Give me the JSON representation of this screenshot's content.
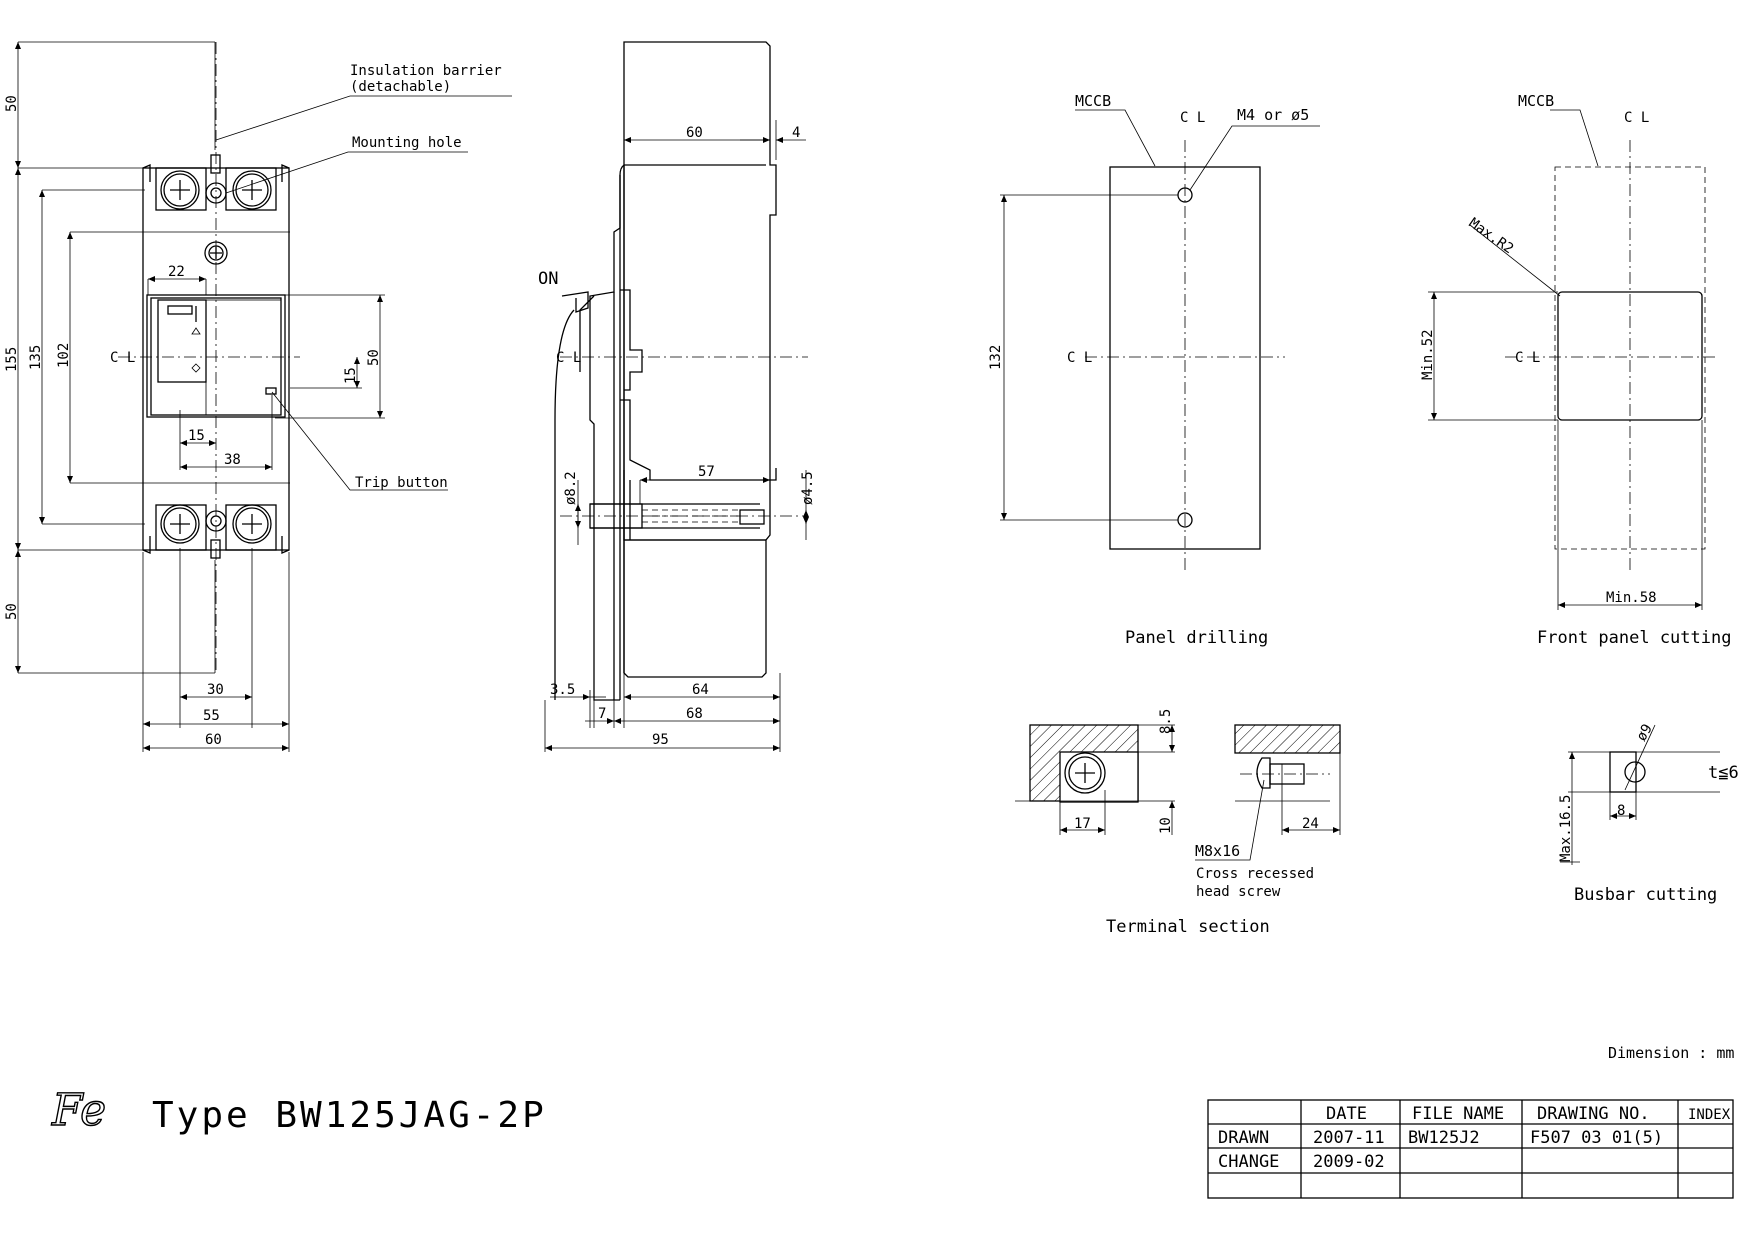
{
  "labels": {
    "insulation_barrier": "Insulation barrier",
    "detachable": "(detachable)",
    "mounting_hole": "Mounting hole",
    "trip_button": "Trip button",
    "on": "ON",
    "mccb_1": "MCCB",
    "mccb_2": "MCCB",
    "m4_or_5": "M4 or ø5",
    "max_r2": "Max.R2",
    "panel_drilling": "Panel drilling",
    "front_panel_cutting": "Front panel cutting",
    "m8x16": "M8x16",
    "cross_recessed": "Cross recessed",
    "head_screw": "head screw",
    "terminal_section": "Terminal section",
    "t_le_6": "t≦6",
    "busbar_cutting": "Busbar cutting",
    "dimension_unit": "Dimension : mm",
    "cl": "C L"
  },
  "dims": {
    "d50_top": "50",
    "d155": "155",
    "d135": "135",
    "d102": "102",
    "d50_bottom": "50",
    "d22": "22",
    "d15a": "15",
    "d38": "38",
    "d15b": "15",
    "d50_side": "50",
    "d30": "30",
    "d55": "55",
    "d60_front": "60",
    "d60_side": "60",
    "d4": "4",
    "d8_2": "ø8.2",
    "d57": "57",
    "d4_5": "ø4.5",
    "d3_5": "3.5",
    "d7": "7",
    "d64": "64",
    "d68": "68",
    "d95": "95",
    "d132": "132",
    "min52": "Min.52",
    "min58": "Min.58",
    "d8_5": "8.5",
    "d10": "10",
    "d17": "17",
    "d24": "24",
    "d9": "ø9",
    "d8": "8",
    "max16_5": "Max.16.5"
  },
  "title": {
    "logo": "Fe",
    "type": "Type  BW125JAG-2P"
  },
  "title_block": {
    "headers": [
      "DATE",
      "FILE NAME",
      "DRAWING NO.",
      "INDEX"
    ],
    "rows": [
      {
        "label": "DRAWN",
        "date": "2007-11",
        "file": "BW125J2",
        "drawing": "F507 03 01(5)",
        "index": ""
      },
      {
        "label": "CHANGE",
        "date": "2009-02",
        "file": "",
        "drawing": "",
        "index": ""
      },
      {
        "label": "",
        "date": "",
        "file": "",
        "drawing": "",
        "index": ""
      }
    ]
  }
}
